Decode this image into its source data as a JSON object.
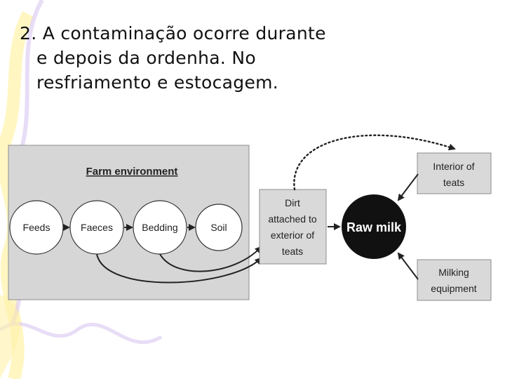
{
  "slide": {
    "title_lines": [
      "2. A contaminação ocorre durante",
      "e depois da ordenha. No",
      "resfriamento e estocagem."
    ]
  },
  "diagram": {
    "panel_title": "Farm environment",
    "farm_nodes": [
      "Feeds",
      "Faeces",
      "Bedding",
      "Soil"
    ],
    "dirt_box": [
      "Dirt",
      "attached to",
      "exterior of",
      "teats"
    ],
    "center_node": "Raw milk",
    "interior_box": [
      "Interior of",
      "teats"
    ],
    "milking_box": [
      "Milking",
      "equipment"
    ]
  },
  "colors": {
    "panel_fill": "#d6d6d6",
    "box_fill": "#d9d9d9",
    "raw_milk_fill": "#111111",
    "node_fill": "#ffffff",
    "accent_yellow": "#fff2a8",
    "accent_purple": "#d9c7f0"
  }
}
